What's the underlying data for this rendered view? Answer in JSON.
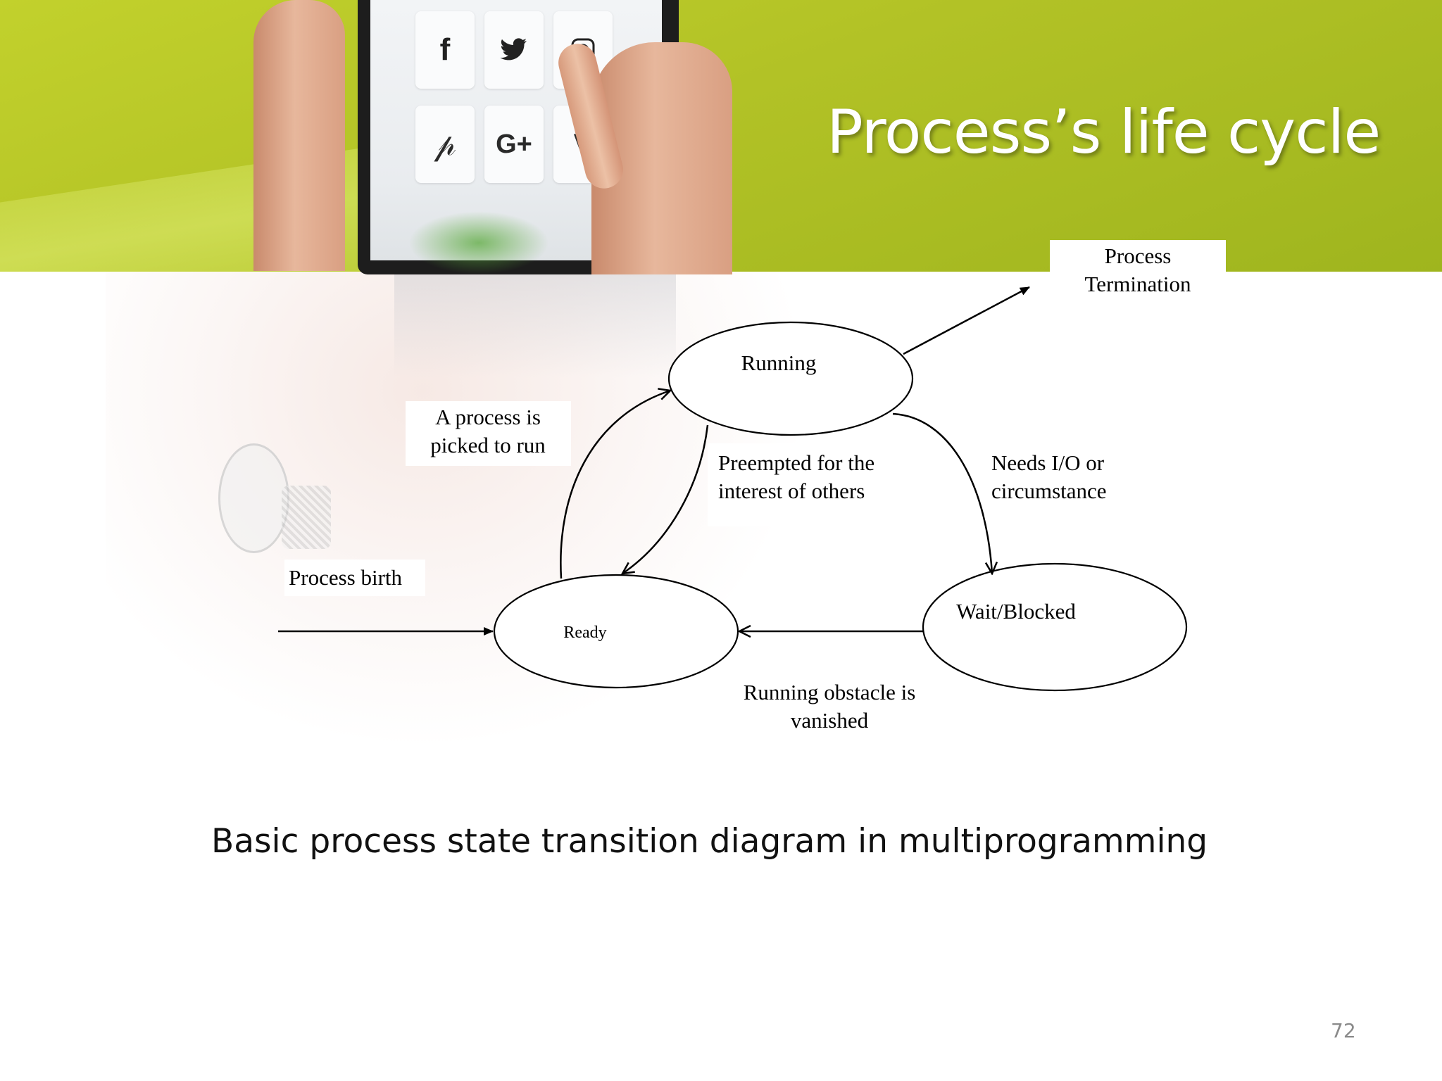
{
  "slide": {
    "title": "Process’s life cycle",
    "caption": "Basic process state transition diagram in multiprogramming",
    "page_number": "72"
  },
  "photo": {
    "icons": [
      "facebook-icon",
      "twitter-icon",
      "instagram-icon",
      "pinterest-icon",
      "google-plus-icon",
      "vine-icon"
    ],
    "icon_glyphs": [
      "f",
      "🐦",
      "◻",
      "P",
      "G+",
      "V"
    ]
  },
  "diagram": {
    "states": {
      "running": "Running",
      "ready": "Ready",
      "wait": "Wait/Blocked"
    },
    "termination": {
      "line1": "Process",
      "line2": "Termination"
    },
    "transitions": {
      "picked": {
        "line1": "A process is",
        "line2": "picked to run"
      },
      "preempted": {
        "line1": "Preempted for the",
        "line2": "interest of others"
      },
      "needs_io": {
        "line1": "Needs I/O or",
        "line2": "circumstance"
      },
      "birth": "Process birth",
      "obstacle": {
        "line1": "Running obstacle is",
        "line2": "vanished"
      }
    }
  },
  "colors": {
    "banner": "#b2c226",
    "title_text": "#ffffff",
    "caption_text": "#111111",
    "page_number": "#8a8a8a"
  }
}
